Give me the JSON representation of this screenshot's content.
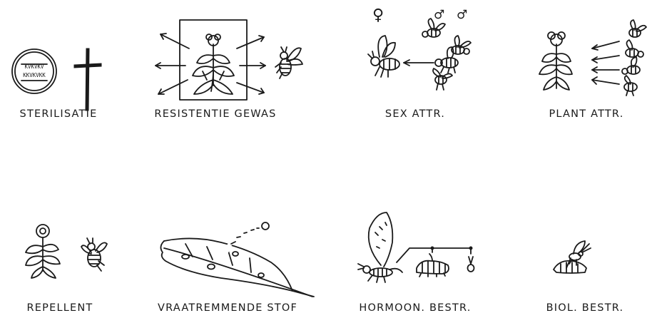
{
  "panels": [
    {
      "label": "STERILISATIE",
      "stamp_text": [
        "KVKVKV",
        "KKVKVKK"
      ]
    },
    {
      "label": "RESISTENTIE  GEWAS"
    },
    {
      "label": "SEX ATTR.",
      "female_symbol": "♀",
      "male_symbol": "♂"
    },
    {
      "label": "PLANT ATTR."
    },
    {
      "label": "REPELLENT"
    },
    {
      "label": "VRAATREMMENDE  STOF"
    },
    {
      "label": "HORMOON. BESTR."
    },
    {
      "label": "BIOL. BESTR."
    }
  ],
  "icons": [
    "sterile-stamp-icon",
    "cross-icon",
    "plant-in-box-icon",
    "bee-icon",
    "plant-icon",
    "leaf-icon",
    "caterpillar-icon",
    "moth-icon",
    "pupa-icon",
    "egg-icon",
    "wasp-icon"
  ]
}
